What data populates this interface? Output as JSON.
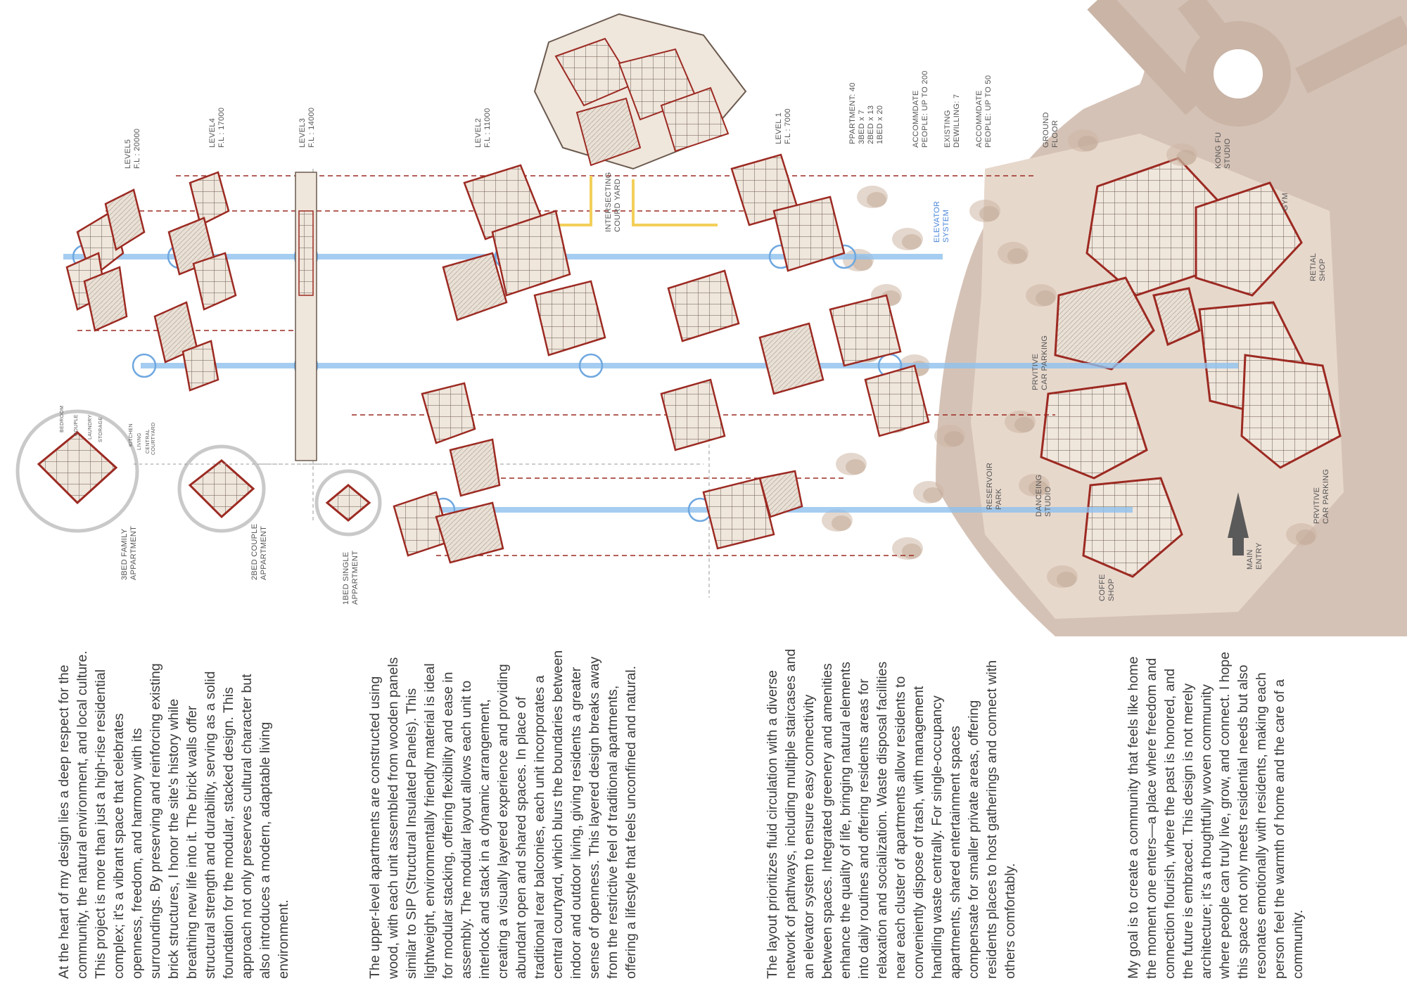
{
  "levels": {
    "level5": [
      "LEVEL5",
      "F.L : 20000"
    ],
    "level4": [
      "LEVEL4",
      "F.L : 17000"
    ],
    "level3": [
      "LEVEL3",
      "F.L : 14000"
    ],
    "level2": [
      "LEVEL2",
      "F.L : 11000"
    ],
    "level1": [
      "LEVEL 1",
      "F.L : 7000"
    ],
    "ground": [
      "GROUND",
      "FLOOR"
    ]
  },
  "stats": {
    "apartments": [
      "PPARTMENT: 40",
      "3BED x 7",
      "2BED x 13",
      "1BED x 20"
    ],
    "accommodate_200": [
      "ACCOMMDATE",
      "PEOPLE: UP TO 200"
    ],
    "existing": [
      "EXISTING",
      "DEWILLING: 7"
    ],
    "accommodate_50": [
      "ACCOMMDATE",
      "PEOPLE: UP TO 50"
    ]
  },
  "callouts": {
    "courtyard": [
      "INTERSECTING",
      "COURD YARD"
    ],
    "elevator": [
      "ELEVATOR",
      "SYSTEM"
    ]
  },
  "site_labels": {
    "kongfu": [
      "KONG FU",
      "STUDIO"
    ],
    "gym": [
      "GYM"
    ],
    "retail": [
      "RETIAL",
      "SHOP"
    ],
    "parking_private_1": [
      "PRVITIVE",
      "CAR PARKING"
    ],
    "parking_private_2": [
      "PRVITIVE",
      "CAR PARKING"
    ],
    "reservoir": [
      "RESERVOIR",
      "PARK"
    ],
    "dancing": [
      "DANCEING",
      "STUDIO"
    ],
    "coffee": [
      "COFFE",
      "SHOP"
    ],
    "main_entry": [
      "MAIN",
      "ENTRY"
    ]
  },
  "unit_labels": {
    "three_bed": [
      "3BED FAMILY",
      "APPARTMENT"
    ],
    "two_bed": [
      "2BED COUPLE",
      "APPARTMENT"
    ],
    "one_bed": [
      "1BED SINGLE",
      "APPARTMENT"
    ],
    "room_labels": [
      "BEDROOM",
      "COUPLE",
      "LAUNDRY",
      "STORAGE",
      "KITCHEN",
      "LIVING",
      "CENTRAL",
      "COURTYARD"
    ]
  },
  "paragraphs": {
    "p1": "At the heart of my design lies a deep respect for the community, the natural environment, and local culture. This project is more than just a high-rise residential complex; it's a vibrant space that celebrates openness, freedom, and harmony with its surroundings. By preserving and reinforcing existing brick structures, I honor the site's history while breathing new life into it. The brick walls offer structural strength and durability, serving as a solid foundation for the modular, stacked design. This approach not only preserves cultural character but also introduces a modern, adaptable living environment.",
    "p2": "The upper-level apartments are constructed using wood, with each unit assembled from wooden panels similar to SIP (Structural Insulated Panels). This lightweight, environmentally friendly material is ideal for modular stacking, offering flexibility and ease in assembly. The modular layout allows each unit to interlock and stack in a dynamic arrangement, creating a visually layered experience and providing abundant open and shared spaces. In place of traditional rear balconies, each unit incorporates a central courtyard, which blurs the boundaries between indoor and outdoor living, giving residents a greater sense of openness. This layered design breaks away from the restrictive feel of traditional apartments, offering a lifestyle that feels unconfined and natural.",
    "p3": "The layout prioritizes fluid circulation with a diverse network of pathways, including multiple staircases and an elevator system to ensure easy connectivity between spaces. Integrated greenery and amenities enhance the quality of life, bringing natural elements into daily routines and offering residents areas for relaxation and socialization. Waste disposal facilities near each cluster of apartments allow residents to conveniently dispose of trash, with management handling waste centrally. For single-occupancy apartments, shared entertainment spaces compensate for smaller private areas, offering residents places to host gatherings and connect with others comfortably.",
    "p4": "My goal is to create a community that feels like home the moment one enters—a place where freedom and connection flourish, where the past is honored, and the future is embraced. This design is not merely architecture; it's a thoughtfully woven community where people can truly live, grow, and connect. I hope this space not only meets residential needs but also resonates emotionally with residents, making each person feel the warmth of home and the care of a community."
  },
  "colors": {
    "brick": "#9c2a22",
    "wood": "#e9e0d6",
    "circulation": "#8ec0ee",
    "courtyard_line": "#f3cf5a",
    "site": "#d5c2b6",
    "paving": "#e7d8cc",
    "tree": "#cdb7a4"
  }
}
